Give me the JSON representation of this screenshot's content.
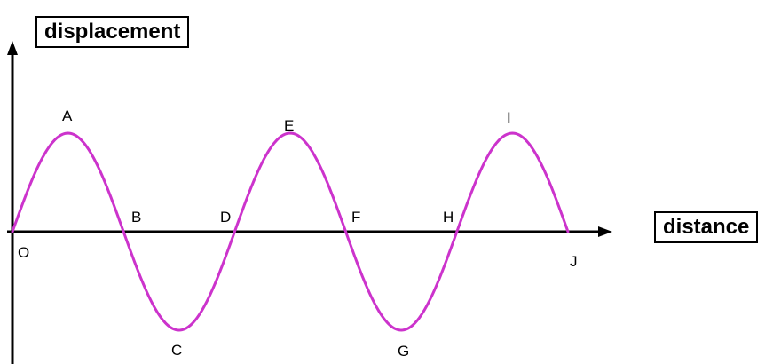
{
  "diagram": {
    "y_axis_label": "displacement",
    "x_axis_label": "distance",
    "wave_color": "#cc33cc",
    "axis_color": "#000000",
    "points": [
      {
        "id": "O",
        "label": "O"
      },
      {
        "id": "A",
        "label": "A"
      },
      {
        "id": "B",
        "label": "B"
      },
      {
        "id": "C",
        "label": "C"
      },
      {
        "id": "D",
        "label": "D"
      },
      {
        "id": "E",
        "label": "E"
      },
      {
        "id": "F",
        "label": "F"
      },
      {
        "id": "G",
        "label": "G"
      },
      {
        "id": "H",
        "label": "H"
      },
      {
        "id": "I",
        "label": "I"
      },
      {
        "id": "J",
        "label": "J"
      }
    ]
  }
}
